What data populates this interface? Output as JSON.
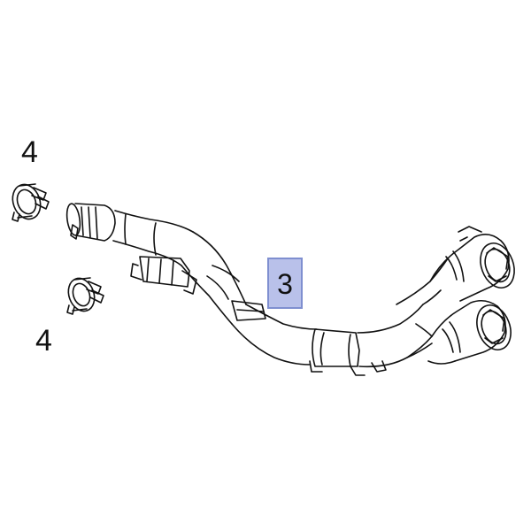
{
  "callouts": {
    "clamp_top": "4",
    "clamp_bottom": "4",
    "hose": "3"
  },
  "colors": {
    "line": "#111111",
    "highlight_fill": "#b9c1ea",
    "highlight_border": "#7f8fd0"
  },
  "parts": [
    {
      "id": "3",
      "name": "hose"
    },
    {
      "id": "4",
      "name": "clamp"
    }
  ]
}
